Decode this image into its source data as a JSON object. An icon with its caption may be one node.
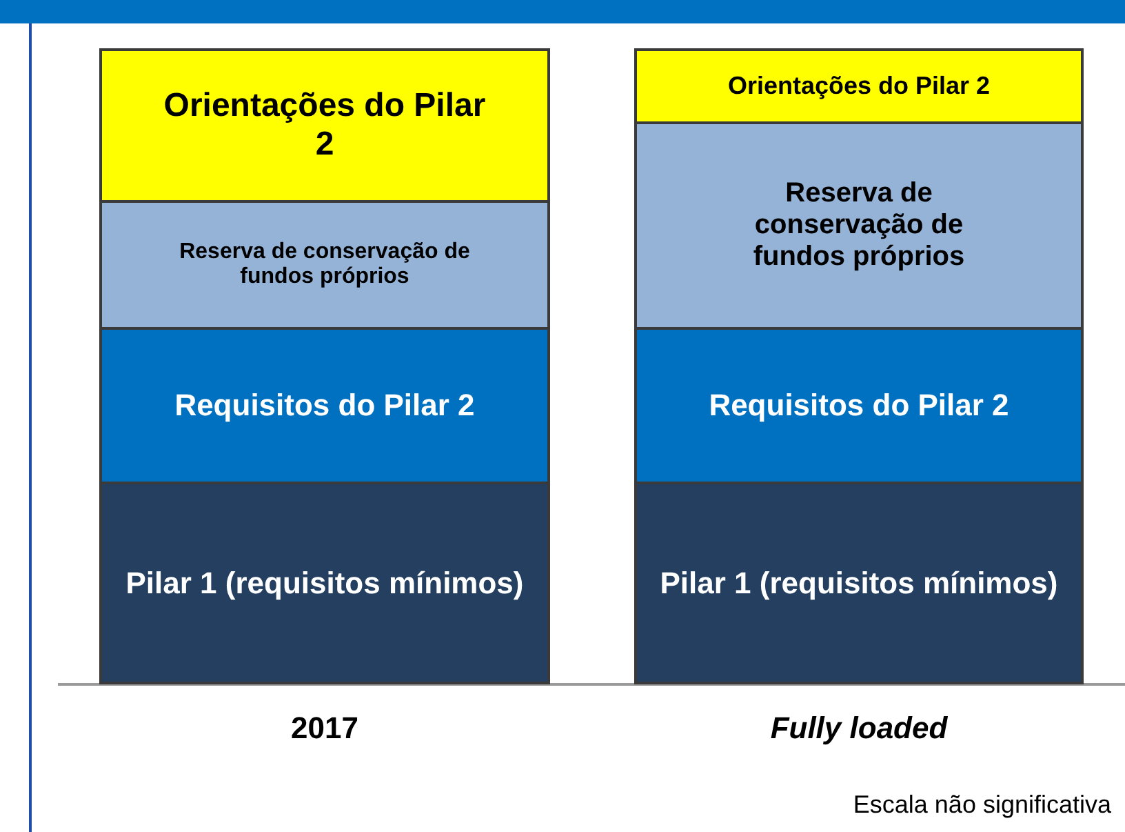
{
  "diagram": {
    "nodes": [
      {
        "text": [
          "Orientações do Pilar 2"
        ]
      },
      {
        "text": [
          "Reserva de conservação de fundos próprios"
        ]
      },
      {
        "text": [
          "Requisitos do Pilar 2"
        ]
      },
      {
        "text": [
          "Pilar 1 (requisitos mínimos)"
        ]
      },
      {
        "text": [
          "Orientações do Pilar 2"
        ]
      },
      {
        "text": [
          "Reserva de conservação de fundos próprios"
        ]
      },
      {
        "text": [
          "Requisitos do Pilar 2"
        ]
      },
      {
        "text": [
          "Pilar 1 (requisitos mínimos)"
        ]
      }
    ],
    "labels": [
      "2017",
      "Fully loaded",
      "Escala não significativa"
    ]
  }
}
